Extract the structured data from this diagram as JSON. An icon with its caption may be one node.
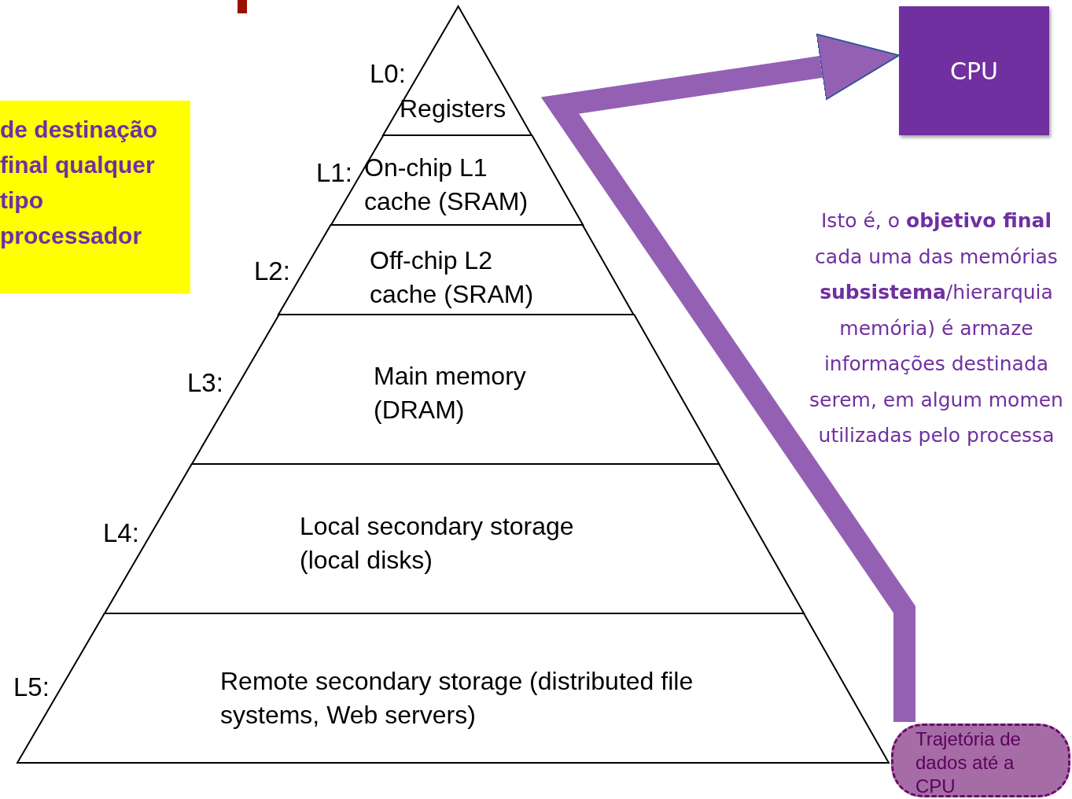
{
  "diagram": {
    "nodes": [
      {
        "text": [
          "Registers"
        ],
        "beside": [
          "L0:"
        ]
      },
      {
        "text": [
          "On-chip L1 cache (SRAM)"
        ],
        "beside": [
          "L1:"
        ]
      },
      {
        "text": [
          "Off-chip L2 cache (SRAM)"
        ],
        "beside": [
          "L2:"
        ]
      },
      {
        "text": [
          "Main memory (DRAM)"
        ],
        "beside": [
          "L3:"
        ]
      },
      {
        "text": [
          "Local secondary storage (local disks)"
        ],
        "beside": [
          "L4:"
        ]
      },
      {
        "text": [
          "Remote secondary storage (distributed file systems, Web servers)"
        ],
        "beside": [
          "L5:"
        ]
      },
      {
        "text": [
          "CPU"
        ]
      },
      {
        "text": [
          "de destinação final qualquer tipo processador"
        ]
      },
      {
        "text": [
          "Trajetória de dados até a CPU"
        ]
      }
    ],
    "edges": [
      {
        "from": 8,
        "to": 6,
        "arrow": "to"
      }
    ],
    "labels": [
      "Isto é, o **objetivo final** cada uma das memórias **subsistema**/hierarquia memória) é armaze informações destinada serem, em algum momen utilizadas pelo processa"
    ]
  }
}
